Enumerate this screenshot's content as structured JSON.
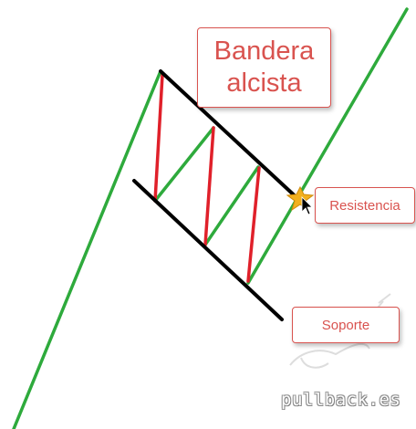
{
  "title": {
    "line1": "Bandera",
    "line2": "alcista"
  },
  "labels": {
    "resistance": "Resistencia",
    "support": "Soporte"
  },
  "watermark": "pullback.es",
  "colors": {
    "trend": "#2eaa3c",
    "channel": "#000000",
    "swing": "#e0202a",
    "callout_text": "#d9534f",
    "star": "#f2b01e"
  }
}
